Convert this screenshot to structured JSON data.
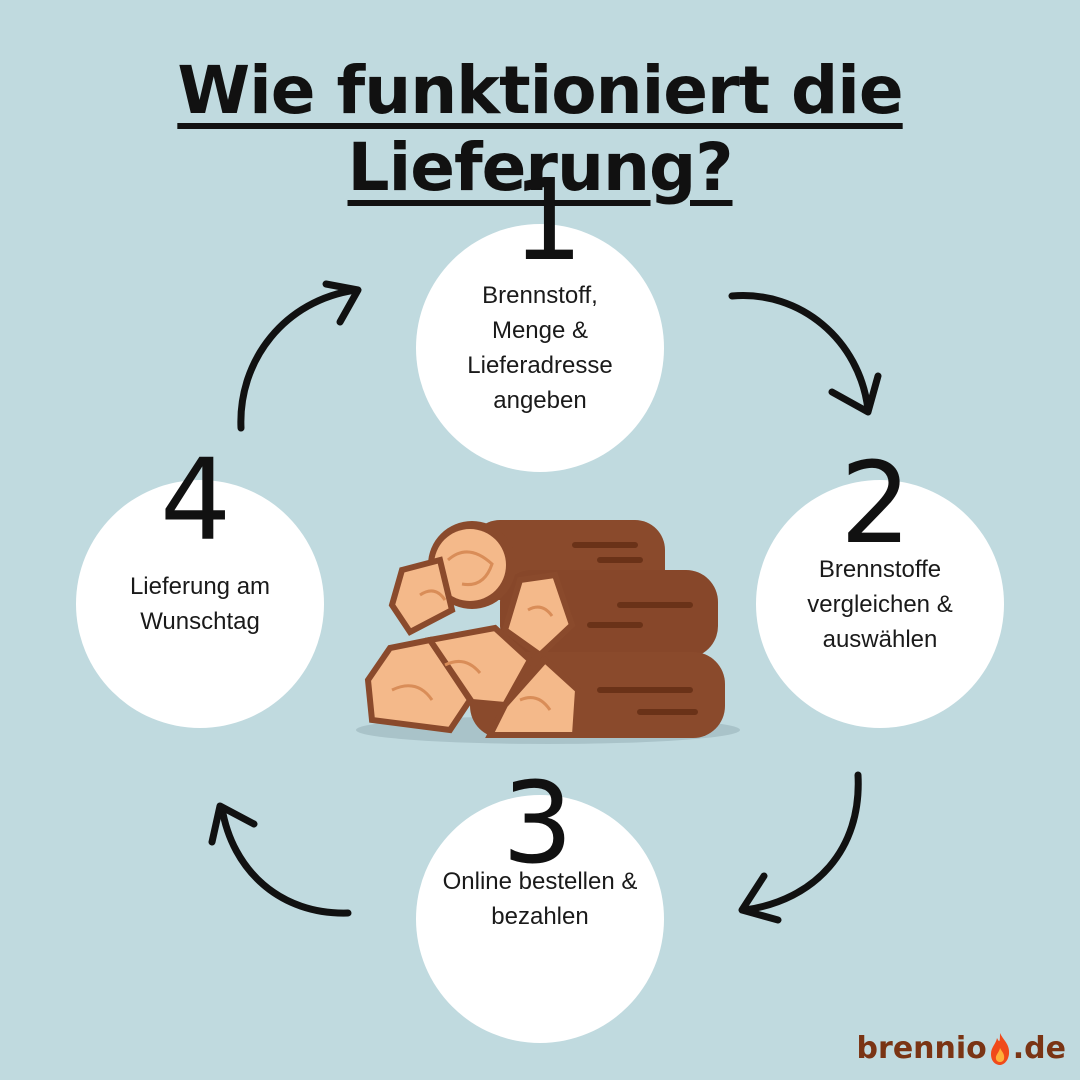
{
  "title": "Wie funktioniert die Lieferung?",
  "steps": [
    {
      "number": "1",
      "text": "Brennstoff,\nMenge &\nLieferadresse\nangeben"
    },
    {
      "number": "2",
      "text": "Brennstoffe\nvergleichen &\nauswählen"
    },
    {
      "number": "3",
      "text": "Online bestellen &\nbezahlen"
    },
    {
      "number": "4",
      "text": "Lieferung am\nWunschtag"
    }
  ],
  "logo": {
    "before": "brennio",
    "after": ".de"
  },
  "colors": {
    "background": "#c0dadf",
    "circle": "#ffffff",
    "arrow": "#111111",
    "wood_bark": "#8a4a2c",
    "wood_core": "#f4b98a",
    "logo": "#7a3414",
    "flame": "#f04a1a"
  },
  "icons": [
    "firewood-logs-illustration",
    "flame-icon"
  ]
}
